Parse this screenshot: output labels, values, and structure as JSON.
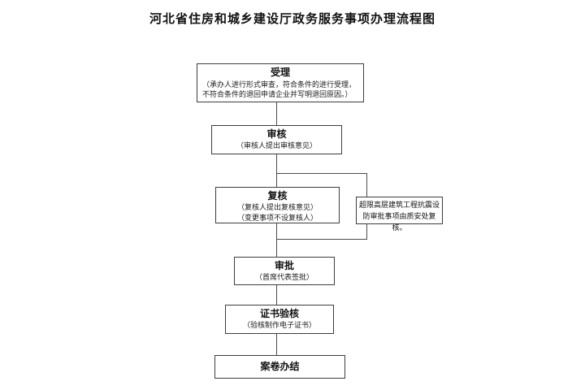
{
  "title": "河北省住房和城乡建设厅政务服务事项办理流程图",
  "colors": {
    "background": "#ffffff",
    "box_border": "#3d3d3d",
    "connector_line": "#4a4a4a",
    "text": "#111111"
  },
  "flowchart": {
    "nodes": {
      "accept": {
        "title": "受理",
        "desc": "（承办人进行形式审查，符合条件的进行受理，不符合条件的退回申请企业并写明退回原因。）"
      },
      "review": {
        "title": "审核",
        "desc": "（审核人提出审核意见）"
      },
      "recheck": {
        "title": "复核",
        "desc_line1": "（复核人提出复核意见）",
        "desc_line2": "（变更事项不设复核人）"
      },
      "side_note": {
        "text": "超限高层建筑工程抗震设防审批事项由质安处复核。"
      },
      "approve": {
        "title": "审批",
        "desc": "（首席代表签批）"
      },
      "certificate": {
        "title": "证书验核",
        "desc": "（验核制作电子证书）"
      },
      "close_case": {
        "title": "案卷办结"
      }
    },
    "flow_order": [
      "受理",
      "审核",
      "复核",
      "审批",
      "证书验核",
      "案卷办结"
    ]
  }
}
